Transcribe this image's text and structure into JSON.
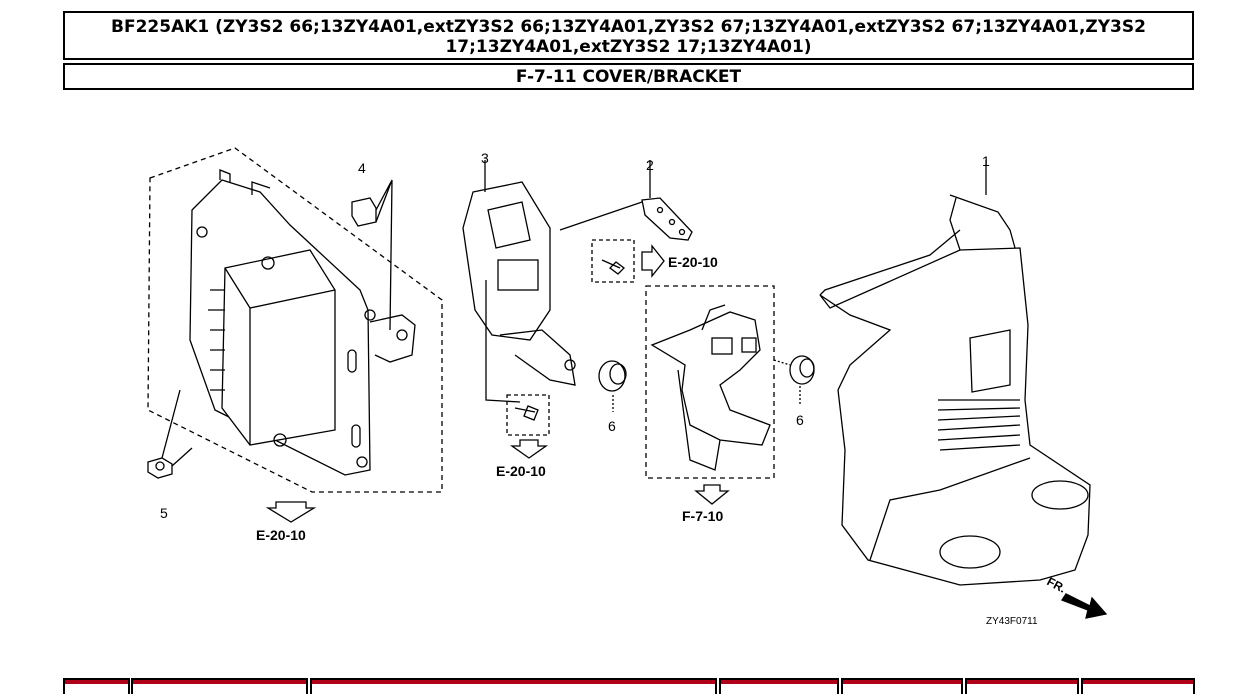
{
  "header": {
    "model_line1": "BF225AK1 (ZY3S2 66;13ZY4A01,extZY3S2 66;13ZY4A01,ZY3S2 67;13ZY4A01,extZY3S2 67;13ZY4A01,ZY3S2",
    "model_line2": "17;13ZY4A01,extZY3S2 17;13ZY4A01)",
    "section_title": "F-7-11 COVER/BRACKET"
  },
  "diagram": {
    "callouts": [
      "1",
      "2",
      "3",
      "4",
      "5",
      "6",
      "6"
    ],
    "references": [
      "E-20-10",
      "E-20-10",
      "E-20-10",
      "F-7-10"
    ],
    "direction_label": "FR.",
    "figure_code": "ZY43F0711"
  },
  "colors": {
    "line": "#000000",
    "accent": "#b0001a"
  }
}
